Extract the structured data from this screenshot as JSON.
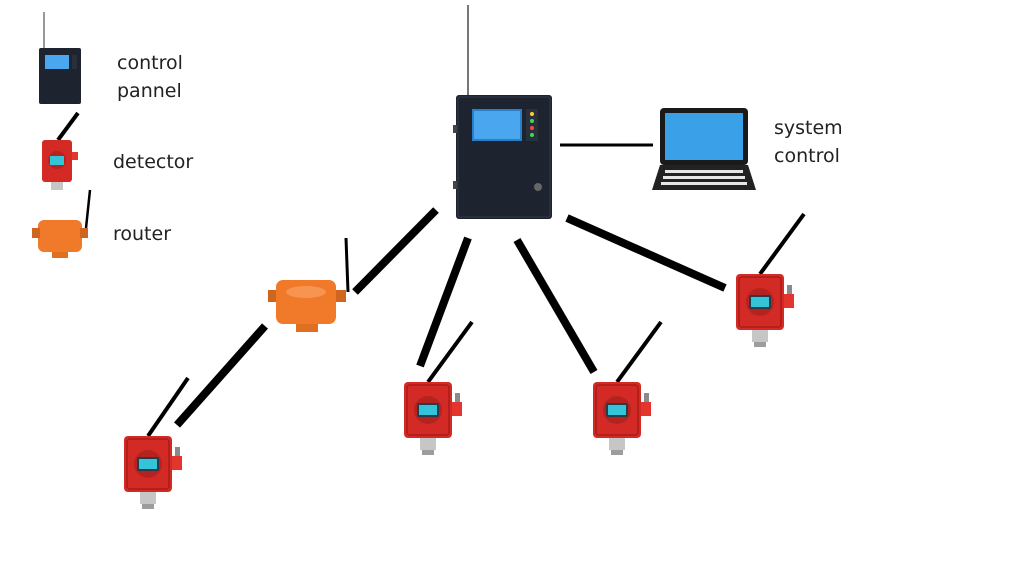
{
  "legend": {
    "control_panel_l1": "control",
    "control_panel_l2": "pannel",
    "detector": "detector",
    "router": "router"
  },
  "system_control_l1": "system",
  "system_control_l2": "control",
  "colors": {
    "detector": "#d42a25",
    "router": "#f07a2a",
    "panel": "#1e2330",
    "screen": "#3aa0e8",
    "link": "#000000"
  }
}
